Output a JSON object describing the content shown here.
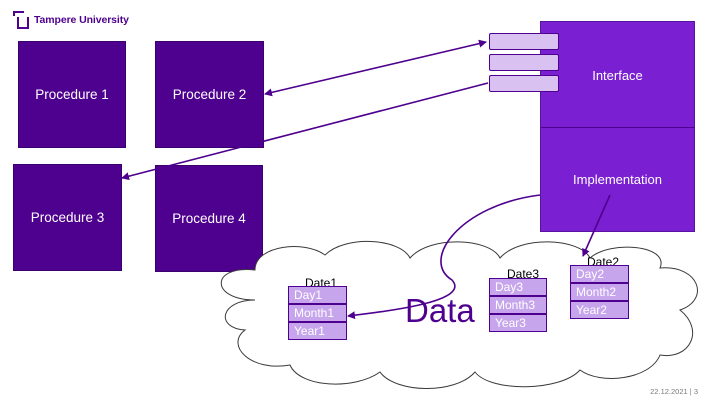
{
  "header": {
    "logo_text": "Tampere University",
    "logo_icon": "tampere-university-logo-icon"
  },
  "procedures": [
    {
      "label": "Procedure 1"
    },
    {
      "label": "Procedure 2"
    },
    {
      "label": "Procedure 3"
    },
    {
      "label": "Procedure 4"
    }
  ],
  "module": {
    "interface_label": "Interface",
    "implementation_label": "Implementation",
    "ports": 3
  },
  "data_area": {
    "label": "Data",
    "dates": [
      {
        "title": "Date1",
        "fields": [
          "Day1",
          "Month1",
          "Year1"
        ]
      },
      {
        "title": "Date3",
        "fields": [
          "Day3",
          "Month3",
          "Year3"
        ]
      },
      {
        "title": "Date2",
        "fields": [
          "Day2",
          "Month2",
          "Year2"
        ]
      }
    ]
  },
  "footer": {
    "date": "22.12.2021",
    "separator": "|",
    "page": "3"
  },
  "colors": {
    "primary": "#4e008e",
    "module_fill": "#7a1fd1",
    "port_fill": "#d9c2f2",
    "field_fill": "#c7a5ec"
  }
}
